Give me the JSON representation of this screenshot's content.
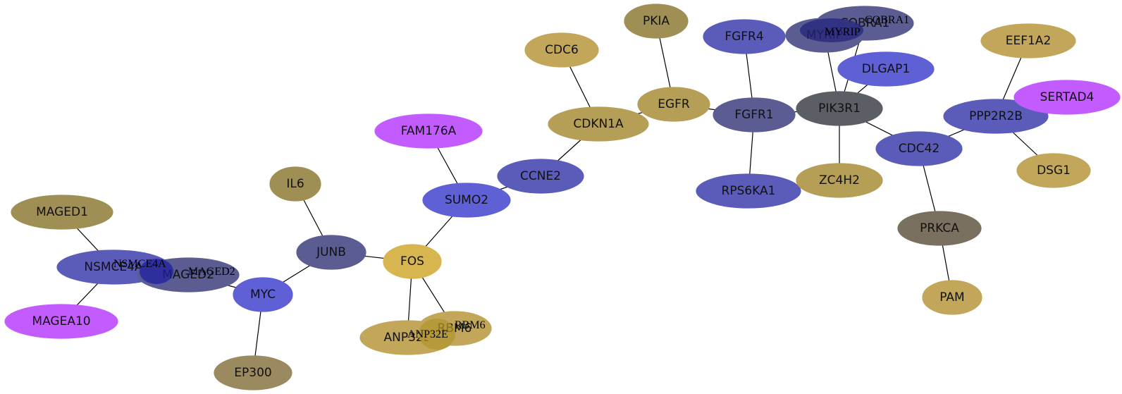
{
  "colors": {
    "gold": "#b59e55",
    "olive": "#a08f55",
    "khaki": "#9b8a5f",
    "bright_gold": "#d7b54f",
    "light_gold": "#c2a75b",
    "blue": "#5b5cba",
    "bright_blue": "#5f5fd6",
    "slate": "#5b5c92",
    "navy": "#24247d",
    "dark_gray": "#5c5e66",
    "taupe": "#7a7060",
    "magenta": "#c25cff",
    "deep_blue": "#1f1fa0",
    "deep_gold": "#b1942d"
  },
  "nodes": [
    {
      "id": "MAGED1",
      "label": "MAGED1",
      "color": "olive"
    },
    {
      "id": "NSMCE4A",
      "label": "NSMCE4A",
      "color": "blue"
    },
    {
      "id": "MAGED2",
      "label": "MAGED2",
      "color": "slate"
    },
    {
      "id": "MAGEA10",
      "label": "MAGEA10",
      "color": "magenta"
    },
    {
      "id": "MYC",
      "label": "MYC",
      "color": "bright_blue"
    },
    {
      "id": "EP300",
      "label": "EP300",
      "color": "khaki"
    },
    {
      "id": "IL6",
      "label": "IL6",
      "color": "olive"
    },
    {
      "id": "JUNB",
      "label": "JUNB",
      "color": "slate"
    },
    {
      "id": "FOS",
      "label": "FOS",
      "color": "bright_gold"
    },
    {
      "id": "ANP32E",
      "label": "ANP32E",
      "color": "light_gold"
    },
    {
      "id": "RBM6",
      "label": "RBM6",
      "color": "light_gold"
    },
    {
      "id": "FAM176A",
      "label": "FAM176A",
      "color": "magenta"
    },
    {
      "id": "SUMO2",
      "label": "SUMO2",
      "color": "bright_blue"
    },
    {
      "id": "CCNE2",
      "label": "CCNE2",
      "color": "blue"
    },
    {
      "id": "CDC6",
      "label": "CDC6",
      "color": "light_gold"
    },
    {
      "id": "CDKN1A",
      "label": "CDKN1A",
      "color": "gold"
    },
    {
      "id": "PKIA",
      "label": "PKIA",
      "color": "olive"
    },
    {
      "id": "EGFR",
      "label": "EGFR",
      "color": "gold"
    },
    {
      "id": "FGFR4",
      "label": "FGFR4",
      "color": "blue"
    },
    {
      "id": "FGFR1",
      "label": "FGFR1",
      "color": "slate"
    },
    {
      "id": "RPS6KA1",
      "label": "RPS6KA1",
      "color": "blue"
    },
    {
      "id": "COBRA1",
      "label": "COBRA1",
      "color": "slate"
    },
    {
      "id": "MYRIP",
      "label": "MYRIP",
      "color": "slate"
    },
    {
      "id": "DLGAP1",
      "label": "DLGAP1",
      "color": "bright_blue"
    },
    {
      "id": "PIK3R1",
      "label": "PIK3R1",
      "color": "dark_gray"
    },
    {
      "id": "ZC4H2",
      "label": "ZC4H2",
      "color": "gold"
    },
    {
      "id": "CDC42",
      "label": "CDC42",
      "color": "blue"
    },
    {
      "id": "PRKCA",
      "label": "PRKCA",
      "color": "taupe"
    },
    {
      "id": "PAM",
      "label": "PAM",
      "color": "light_gold"
    },
    {
      "id": "EEF1A2",
      "label": "EEF1A2",
      "color": "light_gold"
    },
    {
      "id": "PPP2R2B",
      "label": "PPP2R2B",
      "color": "blue"
    },
    {
      "id": "SERTAD4",
      "label": "SERTAD4",
      "color": "magenta"
    },
    {
      "id": "DSG1",
      "label": "DSG1",
      "color": "light_gold"
    }
  ],
  "edges": [
    [
      "MAGED1",
      "NSMCE4A"
    ],
    [
      "NSMCE4A",
      "MAGEA10"
    ],
    [
      "MAGED2",
      "MYC"
    ],
    [
      "MYC",
      "EP300"
    ],
    [
      "MYC",
      "JUNB"
    ],
    [
      "IL6",
      "JUNB"
    ],
    [
      "JUNB",
      "FOS"
    ],
    [
      "FOS",
      "ANP32E"
    ],
    [
      "FOS",
      "RBM6"
    ],
    [
      "FOS",
      "SUMO2"
    ],
    [
      "FAM176A",
      "SUMO2"
    ],
    [
      "SUMO2",
      "CCNE2"
    ],
    [
      "CCNE2",
      "CDKN1A"
    ],
    [
      "CDC6",
      "CDKN1A"
    ],
    [
      "CDKN1A",
      "EGFR"
    ],
    [
      "PKIA",
      "EGFR"
    ],
    [
      "EGFR",
      "FGFR1"
    ],
    [
      "FGFR4",
      "FGFR1"
    ],
    [
      "FGFR1",
      "RPS6KA1"
    ],
    [
      "FGFR1",
      "PIK3R1"
    ],
    [
      "MYRIP",
      "PIK3R1"
    ],
    [
      "COBRA1",
      "PIK3R1"
    ],
    [
      "DLGAP1",
      "PIK3R1"
    ],
    [
      "PIK3R1",
      "ZC4H2"
    ],
    [
      "PIK3R1",
      "CDC42"
    ],
    [
      "CDC42",
      "PRKCA"
    ],
    [
      "PRKCA",
      "PAM"
    ],
    [
      "CDC42",
      "PPP2R2B"
    ],
    [
      "EEF1A2",
      "PPP2R2B"
    ],
    [
      "PPP2R2B",
      "DSG1"
    ]
  ],
  "overlaps": [
    {
      "between": [
        "NSMCE4A",
        "MAGED2"
      ],
      "color": "deep_blue"
    },
    {
      "between": [
        "MYRIP",
        "COBRA1"
      ],
      "color": "navy"
    },
    {
      "between": [
        "ANP32E",
        "RBM6"
      ],
      "color": "deep_gold"
    }
  ]
}
